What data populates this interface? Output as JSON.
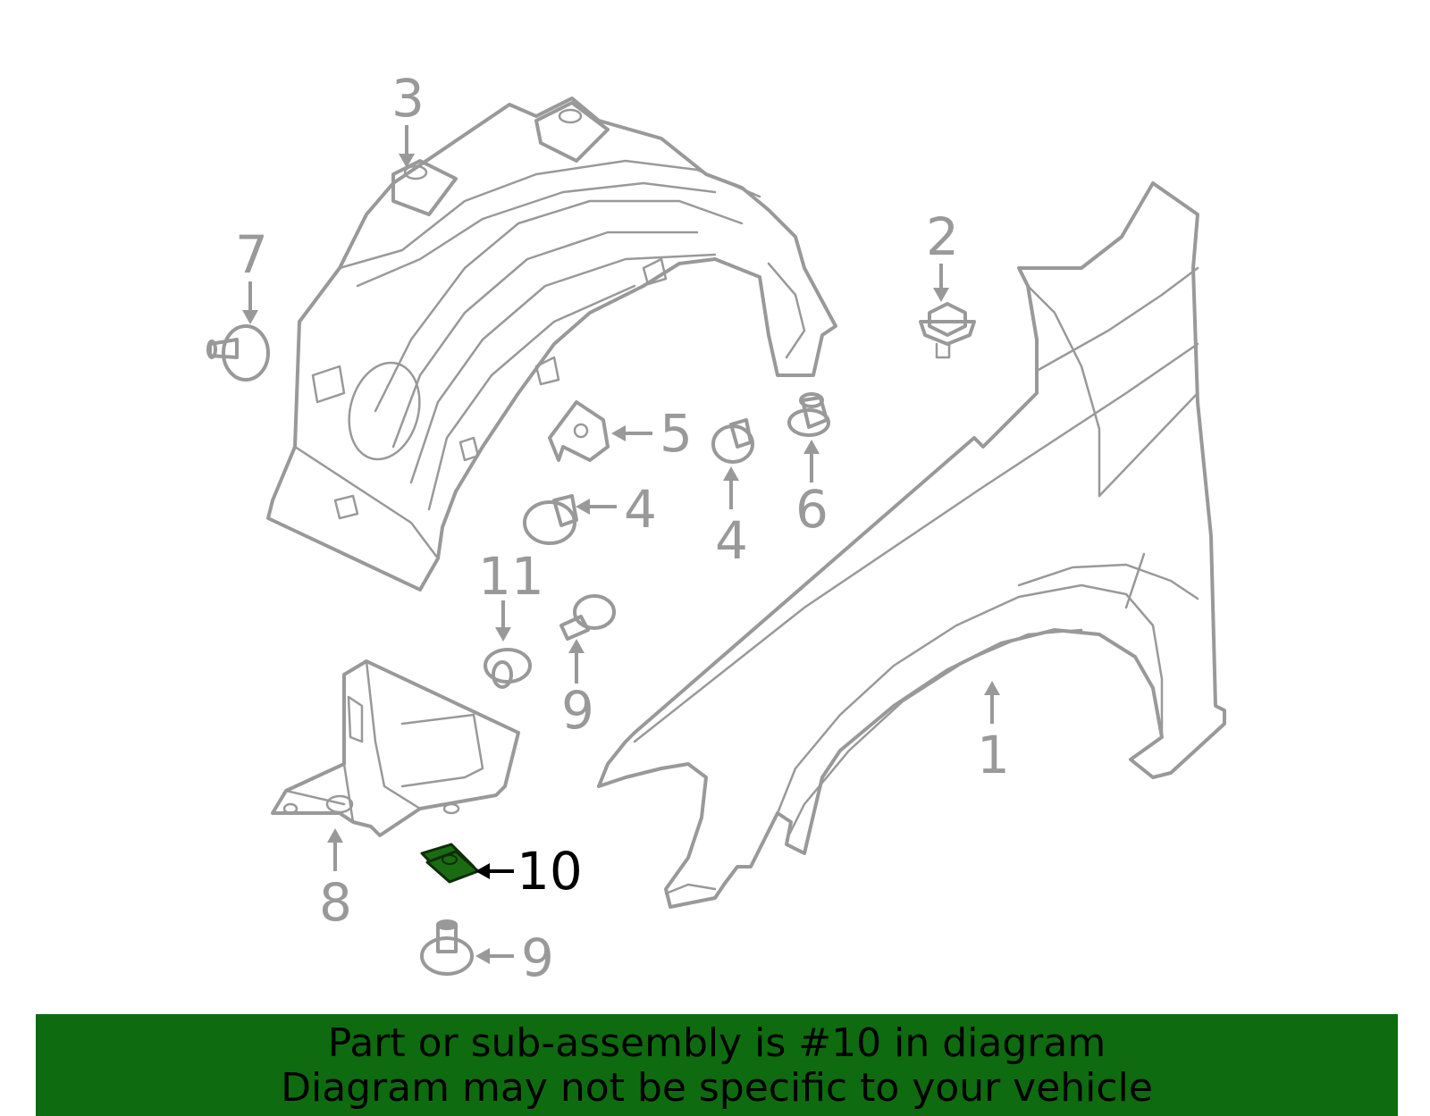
{
  "callouts": {
    "c1": "1",
    "c2": "2",
    "c3": "3",
    "c4a": "4",
    "c4b": "4",
    "c5": "5",
    "c6": "6",
    "c7": "7",
    "c8": "8",
    "c9a": "9",
    "c9b": "9",
    "c10": "10",
    "c11": "11"
  },
  "highlighted_part": "10",
  "colors": {
    "highlight": "#1a6b12",
    "banner": "#0f6b0f",
    "lines": "#999999"
  },
  "banner": {
    "line1": "Part or sub-assembly is #10 in diagram",
    "line2": "Diagram may not be specific to your vehicle"
  }
}
